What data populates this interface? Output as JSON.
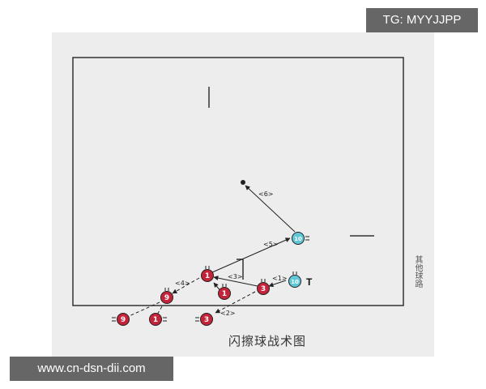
{
  "caption": "闪擦球战术图",
  "side_label": "其他球路",
  "watermarks": {
    "top_right": "TG: MYYJJPP",
    "bottom_left": "www.cn-dsn-dii.com"
  },
  "colors": {
    "red_player": "#c4233a",
    "teal_player": "#5ec8d8",
    "court_line": "#333333"
  },
  "players": [
    {
      "id": "p1a",
      "number": "1",
      "team": "red"
    },
    {
      "id": "p1b",
      "number": "1",
      "team": "red"
    },
    {
      "id": "p3a",
      "number": "3",
      "team": "red"
    },
    {
      "id": "p9a",
      "number": "9",
      "team": "red"
    },
    {
      "id": "p9b",
      "number": "9",
      "team": "red"
    },
    {
      "id": "p1c",
      "number": "1",
      "team": "red"
    },
    {
      "id": "p3b",
      "number": "3",
      "team": "red"
    },
    {
      "id": "p10a",
      "number": "10",
      "team": "teal"
    },
    {
      "id": "p10b",
      "number": "10",
      "team": "teal"
    }
  ],
  "move_labels": [
    "<1>",
    "<2>",
    "<3>",
    "<4>",
    "<5>",
    "<6>"
  ],
  "marker_label": "T"
}
